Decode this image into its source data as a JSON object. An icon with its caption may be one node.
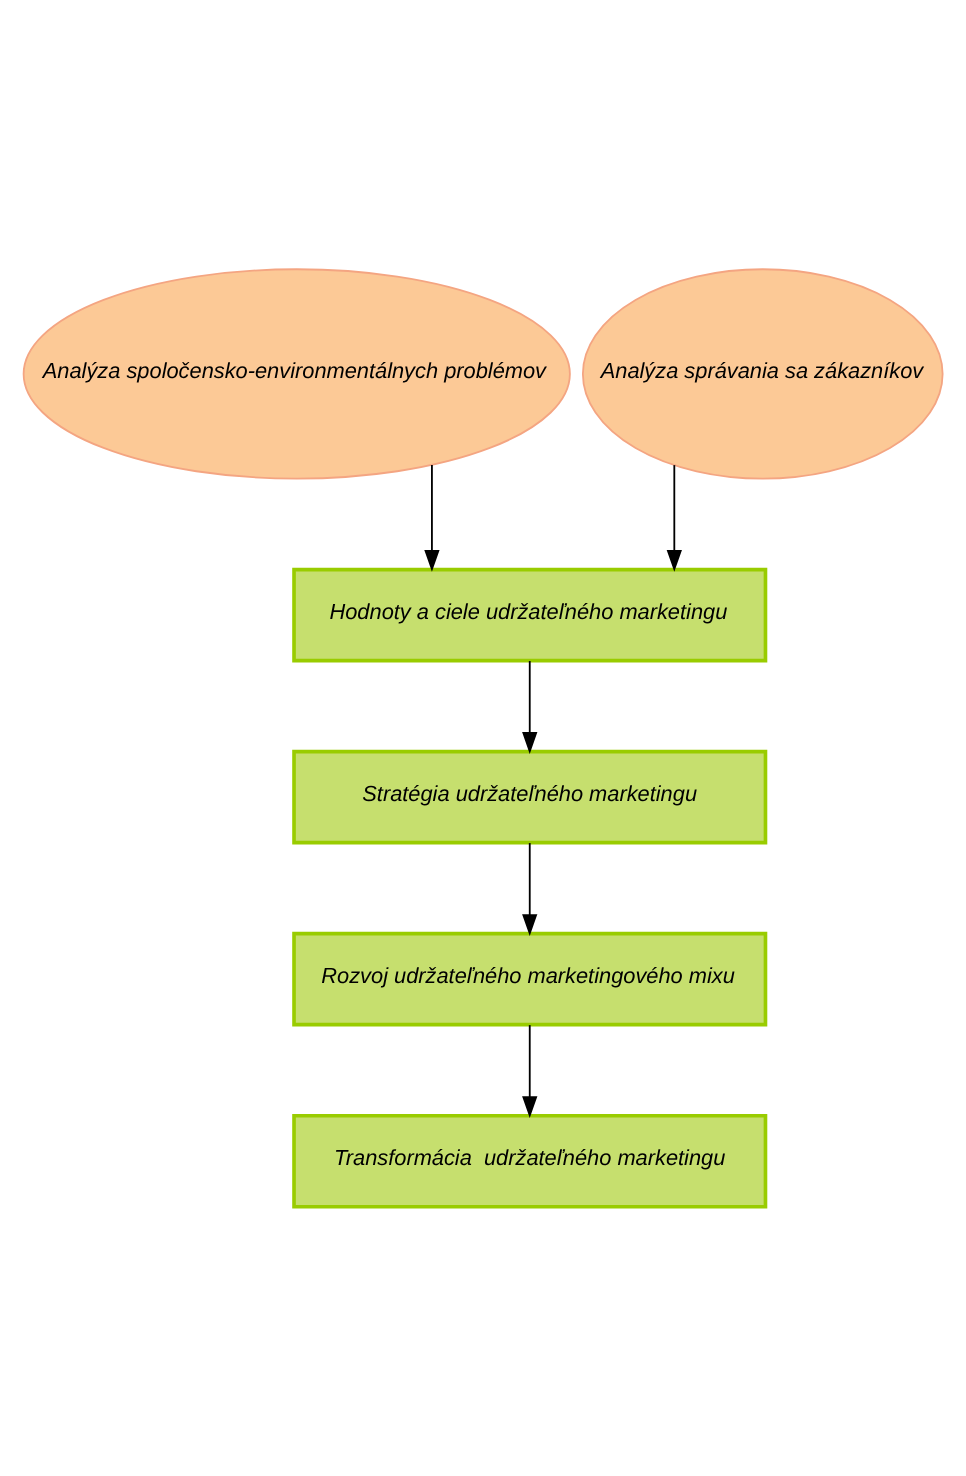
{
  "diagram": {
    "nodes": [
      {
        "text": [
          "Analýza spoločensko-environmentálnych problémov"
        ]
      },
      {
        "text": [
          "Analýza správania sa zákazníkov"
        ]
      },
      {
        "text": [
          "Hodnoty a ciele udržateľného marketingu"
        ]
      },
      {
        "text": [
          "Stratégia udržateľného marketingu"
        ]
      },
      {
        "text": [
          "Rozvoj udržateľného marketingového mixu"
        ]
      },
      {
        "text": [
          "Transformácia  udržateľného marketingu"
        ]
      }
    ],
    "edges": [
      {
        "from": 0,
        "to": 2,
        "arrow": "to"
      },
      {
        "from": 1,
        "to": 2,
        "arrow": "to"
      },
      {
        "from": 2,
        "to": 3,
        "arrow": "to"
      },
      {
        "from": 3,
        "to": 4,
        "arrow": "to"
      },
      {
        "from": 4,
        "to": 5,
        "arrow": "to"
      }
    ]
  }
}
